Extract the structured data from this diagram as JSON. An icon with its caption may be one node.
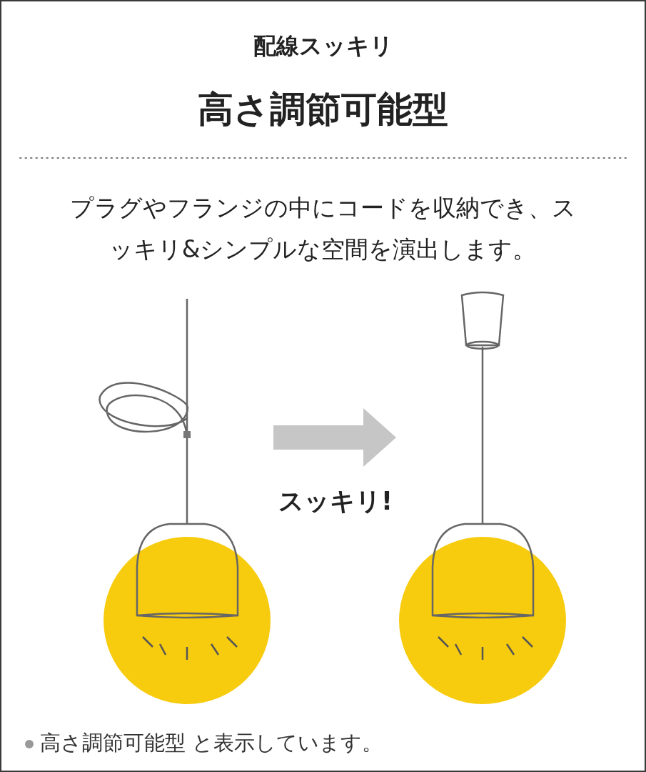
{
  "diagram": {
    "title": "高さ調節可能型",
    "nodes": [
      {
        "text": [],
        "shape": "picture"
      },
      {
        "text": [],
        "shape": "picture"
      }
    ],
    "edges": [
      {
        "from": 0,
        "to": 1,
        "arrow": "to",
        "label": "スッキリ!"
      }
    ],
    "labels": [
      "配線スッキリ",
      "プラグやフランジの中にコードを収納でき、スッキリ&シンプルな空間を演出します。",
      "高さ調節可能型 と表示しています。"
    ]
  }
}
